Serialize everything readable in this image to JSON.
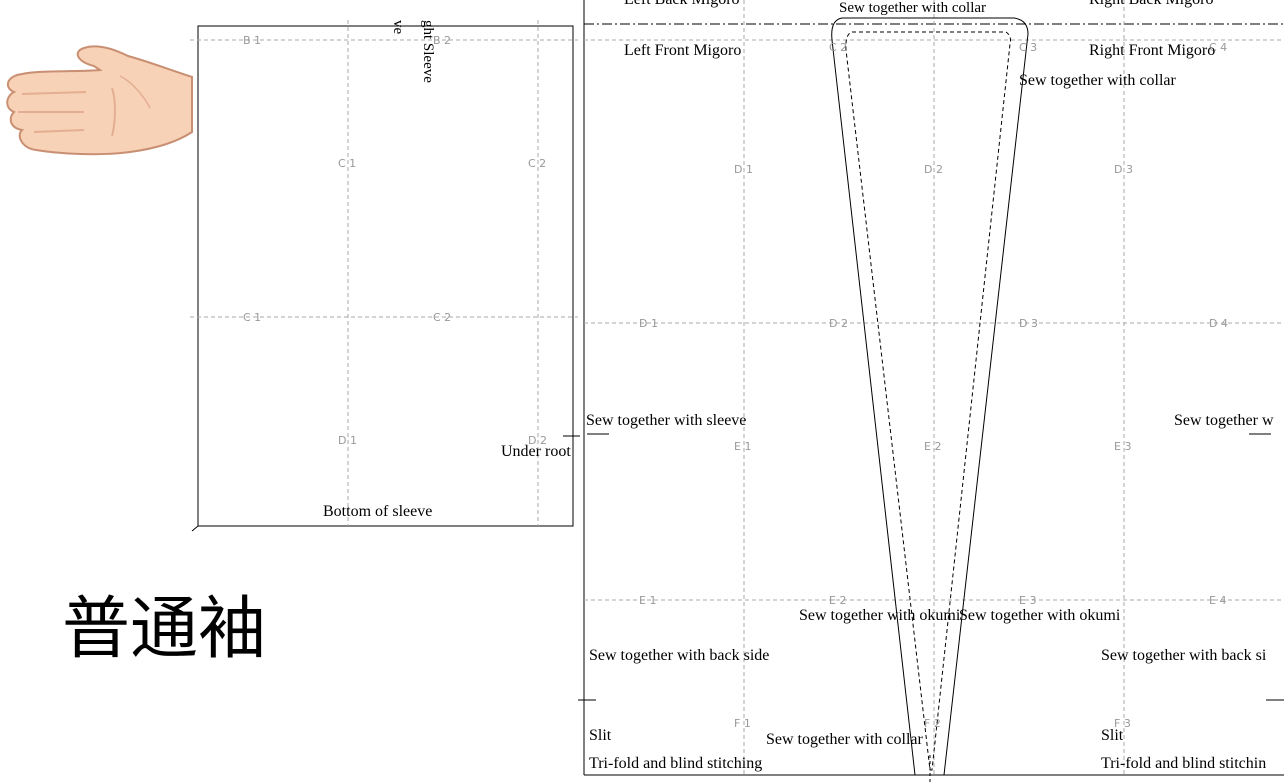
{
  "title_jp": "普通袖",
  "sleeve_panel": {
    "title_vertical_a": "ght Sleeve",
    "title_vertical_b": "ve",
    "under_root": "Under root",
    "bottom": "Bottom of sleeve",
    "grid_labels": {
      "b1": "B 1",
      "b2": "B 2",
      "c1": "C 1",
      "c2": "C 2",
      "ce1": "C 1",
      "ce2": "C 2",
      "d1": "D 1",
      "d2": "D 2"
    }
  },
  "body_panel": {
    "left_back": "Left Back Migoro",
    "right_back": "Right Back Migoro",
    "left_front": "Left Front Migoro",
    "right_front": "Right Front Migoro",
    "collar_top": "Sew together with collar",
    "collar_right": "Sew together with collar",
    "collar_bottom": "Sew together with collar",
    "sleeve_left": "Sew together with sleeve",
    "sleeve_right": "Sew together w",
    "okumi_left": "Sew together with okumi",
    "okumi_right": "Sew together with okumi",
    "back_left": "Sew together with back side",
    "back_right": "Sew together with back si",
    "slit_left": "Slit",
    "slit_right": "Slit",
    "trifold_left": "Tri-fold and blind stitching",
    "trifold_right": "Tri-fold and blind stitchin",
    "grid_labels": {
      "c2": "C 2",
      "c3": "C 3",
      "c4": "C 4",
      "d1r": "D 1",
      "d2r": "D 2",
      "d3r": "D 3",
      "d1": "D 1",
      "d2": "D 2",
      "d3": "D 3",
      "d4": "D 4",
      "e1r": "E 1",
      "e2r": "E 2",
      "e3r": "E 3",
      "e1": "E 1",
      "e2": "E 2",
      "e3": "E 3",
      "e4": "E 4",
      "f1": "F 1",
      "f2": "F 2",
      "f3": "F 3"
    }
  },
  "colors": {
    "line": "#000000",
    "grid": "#999999",
    "skin": "#f7d2b6",
    "skin_outline": "#c98f73"
  }
}
